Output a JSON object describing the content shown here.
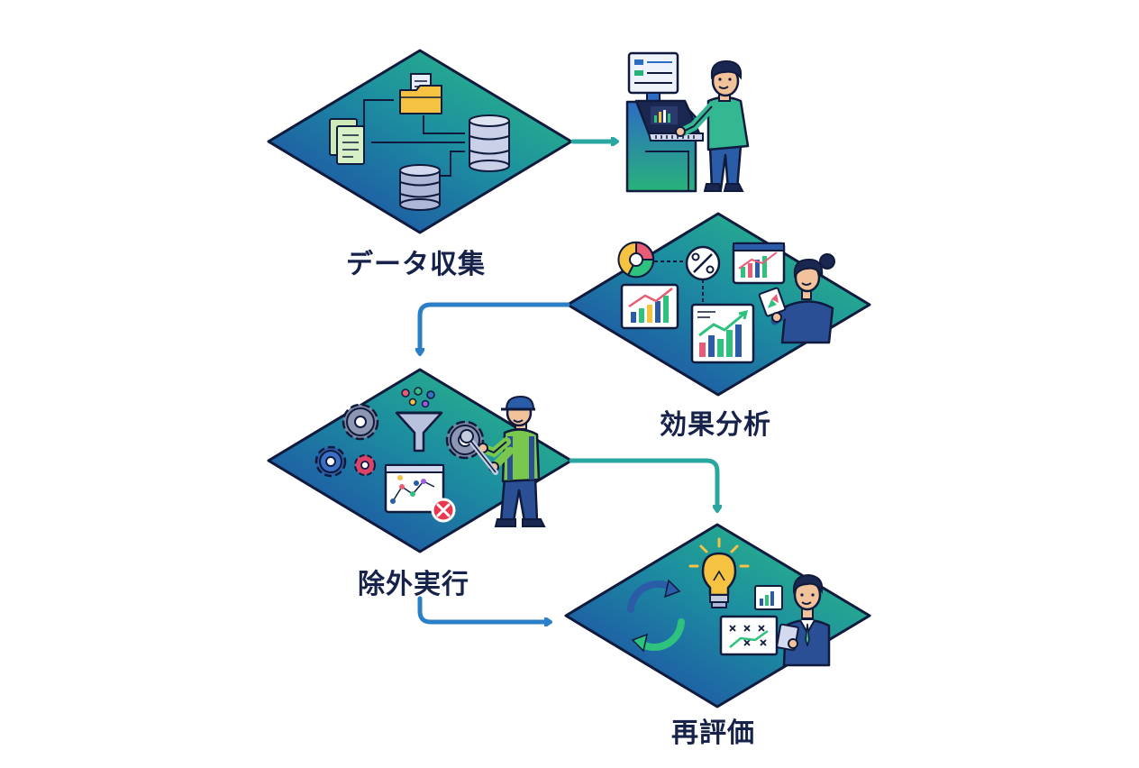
{
  "steps": [
    {
      "id": "collect",
      "label": "データ収集"
    },
    {
      "id": "analysis",
      "label": "効果分析"
    },
    {
      "id": "exclude",
      "label": "除外実行"
    },
    {
      "id": "reevaluate",
      "label": "再評価"
    }
  ],
  "colors": {
    "diamond_start": "#1e3fa8",
    "diamond_mid": "#1d8fa0",
    "diamond_end": "#2ec27e",
    "outline": "#0f1a3c",
    "arrow_teal": "#2aa6a0",
    "arrow_blue": "#2a7fc6",
    "text": "#16224a"
  },
  "icons": {
    "collect": [
      "document-icon",
      "folder-icon",
      "database-icon"
    ],
    "operator": [
      "kiosk-terminal-icon",
      "person-icon"
    ],
    "analysis": [
      "pie-chart-icon",
      "percent-icon",
      "bar-chart-icon",
      "analyst-person-icon"
    ],
    "exclude": [
      "gear-icon",
      "funnel-icon",
      "scatter-chart-icon",
      "remove-icon",
      "worker-person-icon"
    ],
    "reevaluate": [
      "cycle-arrows-icon",
      "lightbulb-icon",
      "strategy-board-icon",
      "businessman-icon"
    ]
  }
}
